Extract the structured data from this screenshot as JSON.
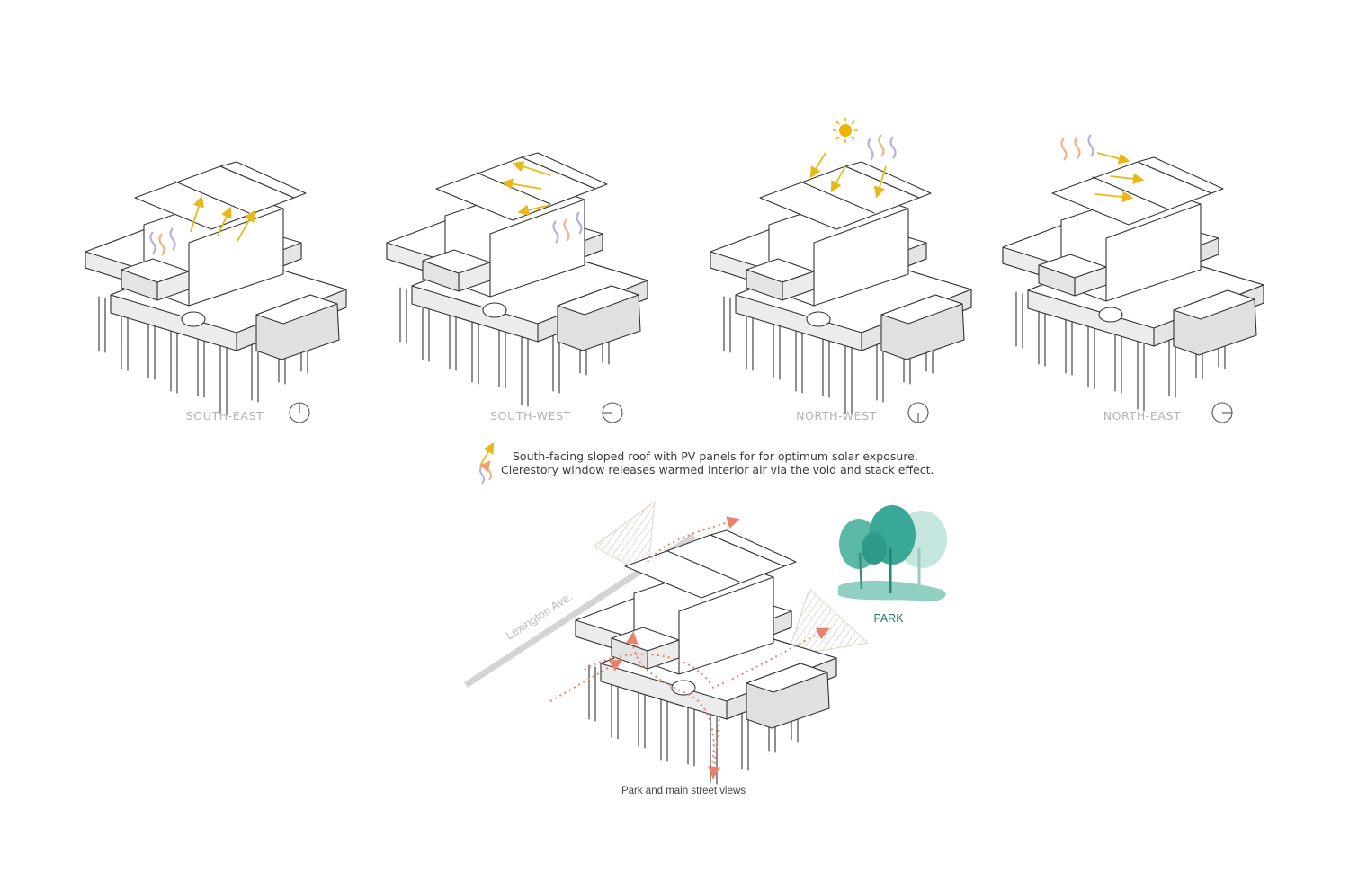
{
  "views": [
    {
      "label": "SOUTH-EAST"
    },
    {
      "label": "SOUTH-WEST"
    },
    {
      "label": "NORTH-WEST"
    },
    {
      "label": "NORTH-EAST"
    }
  ],
  "legend": {
    "roof_text": "South-facing sloped roof with PV panels for for optimum solar exposure.",
    "air_text": "Clerestory window releases warmed interior air via the void and stack effect."
  },
  "site": {
    "street_label": "Lexington Ave.",
    "park_label": "PARK",
    "caption": "Park and main street views"
  },
  "colors": {
    "solar_arrow": "#e8b81a",
    "warm_air": "#f0b28a",
    "cool_air": "#b9aee0",
    "view_path": "#e8826e",
    "park_green": "#3aa896",
    "street_gray": "#d4d4d4",
    "slab_fill": "#ececec",
    "line": "#333333"
  }
}
